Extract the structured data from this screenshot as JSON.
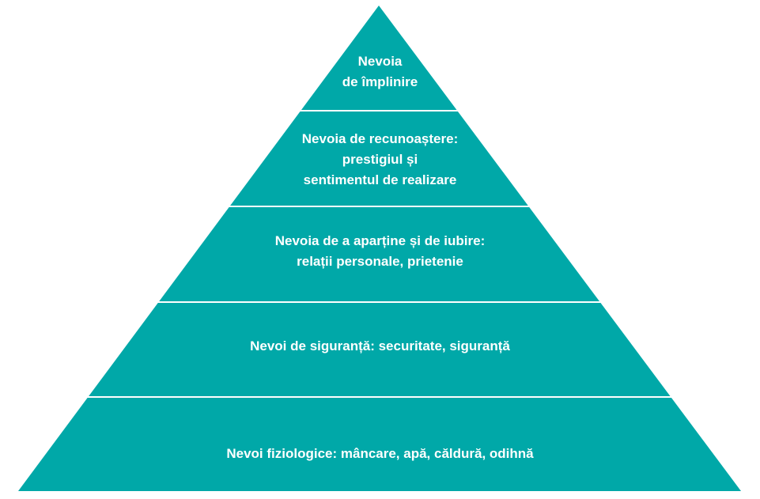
{
  "theme": {
    "fill": "#00A8A8",
    "divider": "#ffffff",
    "text": "#ffffff"
  },
  "tiers": [
    {
      "lines": [
        "Nevoia",
        "de împlinire"
      ]
    },
    {
      "lines": [
        "Nevoia de recunoaștere:",
        "prestigiul și",
        "sentimentul de realizare"
      ]
    },
    {
      "lines": [
        "Nevoia de a aparține și de iubire:",
        "relații personale, prietenie"
      ]
    },
    {
      "lines": [
        "Nevoi de siguranță: securitate, siguranță"
      ]
    },
    {
      "lines": [
        "Nevoi fiziologice: mâncare, apă, căldură, odihnă"
      ]
    }
  ]
}
